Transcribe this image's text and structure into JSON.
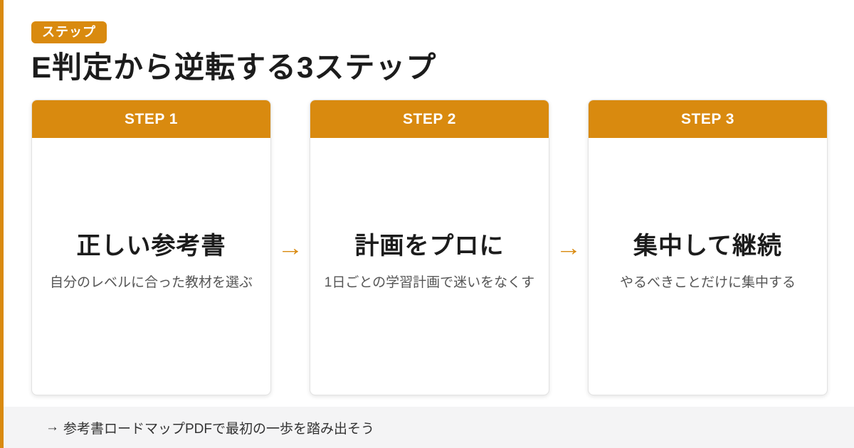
{
  "page": {
    "accent_color": "#d98a0f",
    "background_color": "#ffffff",
    "footer_background": "#f4f4f5"
  },
  "header": {
    "badge_label": "ステップ",
    "title": "E判定から逆転する3ステップ"
  },
  "arrow_glyph": "→",
  "steps": [
    {
      "header": "STEP 1",
      "heading": "正しい参考書",
      "description": "自分のレベルに合った教材を選ぶ"
    },
    {
      "header": "STEP 2",
      "heading": "計画をプロに",
      "description": "1日ごとの学習計画で迷いをなくす"
    },
    {
      "header": "STEP 3",
      "heading": "集中して継続",
      "description": "やるべきことだけに集中する"
    }
  ],
  "footer": {
    "arrow_glyph": "→",
    "cta_text": "参考書ロードマップPDFで最初の一歩を踏み出そう"
  }
}
